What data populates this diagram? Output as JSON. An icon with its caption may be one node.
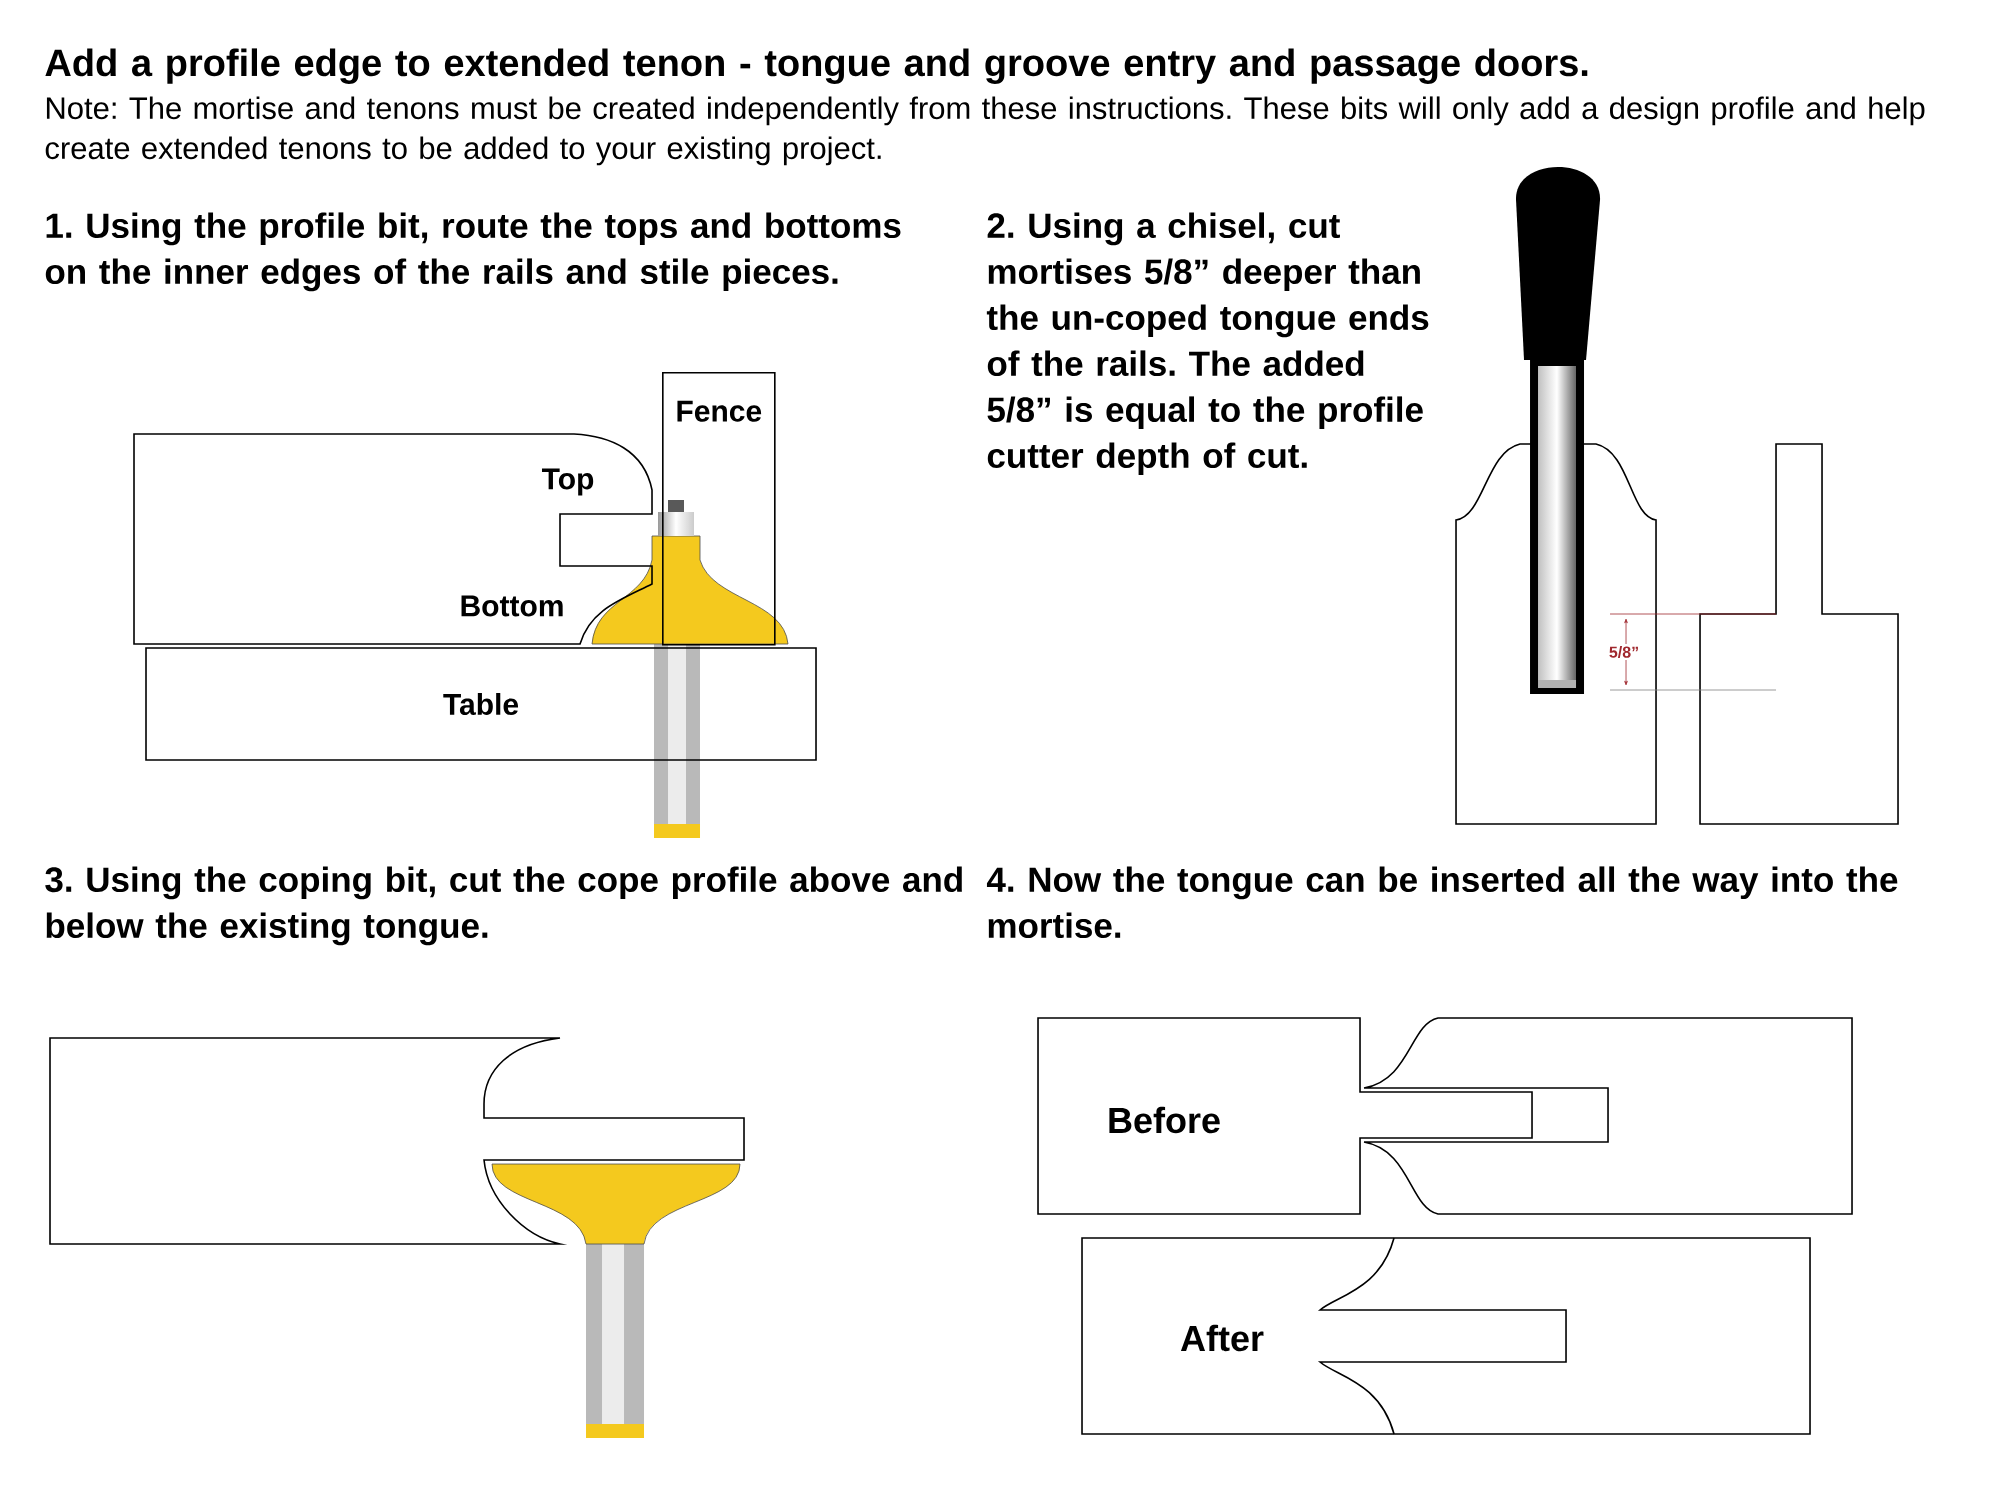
{
  "diagram": {
    "title": "Add a profile edge to extended tenon - tongue and groove entry and passage doors.",
    "nodes": [
      {
        "text": [
          "Fence"
        ]
      },
      {
        "text": [
          "Table"
        ]
      }
    ],
    "labels": [
      "Note: The mortise and tenons must be created independently from these instructions. These bits will only add a design profile and help create extended tenons to be added to your existing project.",
      "1. Using the profile bit, route the tops and bottoms on the inner edges of the rails and stile pieces.",
      "Top",
      "Bottom",
      "2. Using a chisel, cut mortises 5/8” deeper than the un-coped tongue ends of the rails. The added 5/8” is equal to the profile cutter depth of cut.",
      "5/8”",
      "3. Using the coping bit, cut the cope profile above and below the existing tongue.",
      "4. Now the tongue can be inserted all the way into the mortise.",
      "Before",
      "After"
    ]
  }
}
